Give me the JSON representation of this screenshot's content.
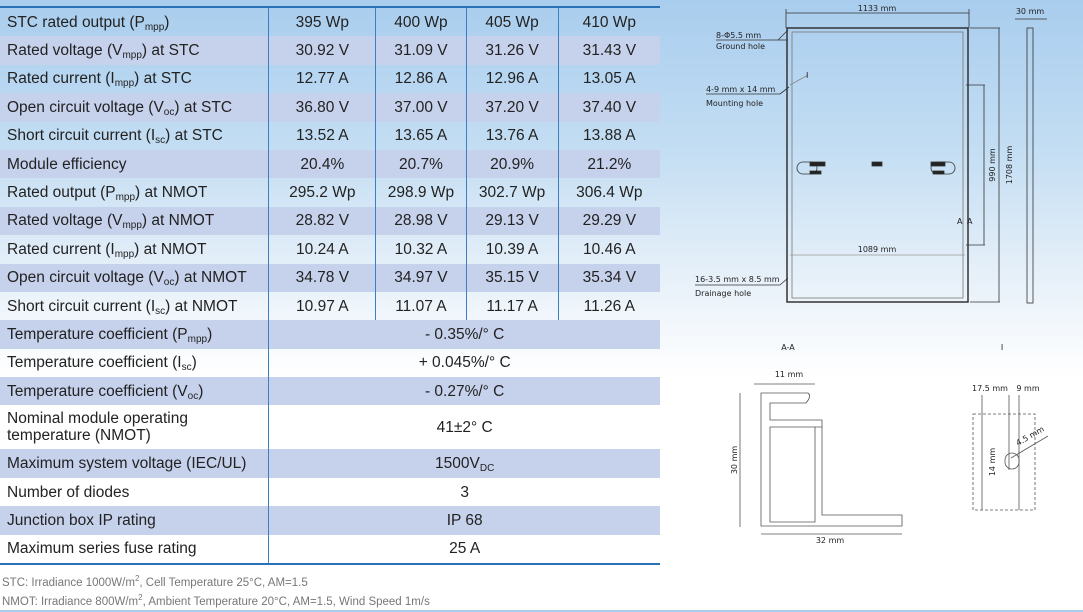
{
  "columns": [
    "395 Wp",
    "400 Wp",
    "405 Wp",
    "410 Wp"
  ],
  "rows": [
    {
      "pre": "STC rated output (P",
      "sub": "mpp",
      "post": ")",
      "values": [
        "395 Wp",
        "400 Wp",
        "405 Wp",
        "410 Wp"
      ]
    },
    {
      "pre": "Rated voltage (V",
      "sub": "mpp",
      "post": ") at STC",
      "values": [
        "30.92 V",
        "31.09 V",
        "31.26 V",
        "31.43 V"
      ]
    },
    {
      "pre": "Rated current (I",
      "sub": "mpp",
      "post": ") at STC",
      "values": [
        "12.77 A",
        "12.86 A",
        "12.96 A",
        "13.05 A"
      ]
    },
    {
      "pre": "Open circuit voltage (V",
      "sub": "oc",
      "post": ") at STC",
      "values": [
        "36.80 V",
        "37.00 V",
        "37.20 V",
        "37.40 V"
      ]
    },
    {
      "pre": "Short circuit current (I",
      "sub": "sc",
      "post": ") at STC",
      "values": [
        "13.52 A",
        "13.65 A",
        "13.76 A",
        "13.88 A"
      ]
    },
    {
      "pre": "Module efficiency",
      "sub": "",
      "post": "",
      "values": [
        "20.4%",
        "20.7%",
        "20.9%",
        "21.2%"
      ]
    },
    {
      "pre": "Rated output (P",
      "sub": "mpp",
      "post": ") at NMOT",
      "values": [
        "295.2 Wp",
        "298.9 Wp",
        "302.7 Wp",
        "306.4 Wp"
      ]
    },
    {
      "pre": "Rated voltage (V",
      "sub": "mpp",
      "post": ") at NMOT",
      "values": [
        "28.82 V",
        "28.98 V",
        "29.13 V",
        "29.29 V"
      ]
    },
    {
      "pre": "Rated current (I",
      "sub": "mpp",
      "post": ") at NMOT",
      "values": [
        "10.24 A",
        "10.32 A",
        "10.39 A",
        "10.46 A"
      ]
    },
    {
      "pre": "Open circuit voltage (V",
      "sub": "oc",
      "post": ") at NMOT",
      "values": [
        "34.78 V",
        "34.97 V",
        "35.15 V",
        "35.34 V"
      ]
    },
    {
      "pre": "Short circuit current (I",
      "sub": "sc",
      "post": ") at NMOT",
      "values": [
        "10.97 A",
        "11.07 A",
        "11.17 A",
        "11.26 A"
      ]
    }
  ],
  "merged": [
    {
      "pre": "Temperature coefficient (P",
      "sub": "mpp",
      "post": ")",
      "value": "-  0.35%/° C",
      "vsub": ""
    },
    {
      "pre": "Temperature coefficient (I",
      "sub": "sc",
      "post": ")",
      "value": "+ 0.045%/° C",
      "vsub": ""
    },
    {
      "pre": "Temperature coefficient (V",
      "sub": "oc",
      "post": ")",
      "value": "- 0.27%/° C",
      "vsub": ""
    },
    {
      "pre": "Nominal module operating temperature (NMOT)",
      "sub": "",
      "post": "",
      "value": "41±2° C",
      "vsub": ""
    },
    {
      "pre": "Maximum system voltage (IEC/UL)",
      "sub": "",
      "post": "",
      "value": "1500V",
      "vsub": "DC"
    },
    {
      "pre": "Number of diodes",
      "sub": "",
      "post": "",
      "value": "3",
      "vsub": ""
    },
    {
      "pre": "Junction box IP rating",
      "sub": "",
      "post": "",
      "value": "IP 68",
      "vsub": ""
    },
    {
      "pre": "Maximum series fuse rating",
      "sub": "",
      "post": "",
      "value": "25 A",
      "vsub": ""
    }
  ],
  "notes": {
    "stc_a": "STC: Irradiance 1000W/m",
    "stc_sup": "2",
    "stc_b": ", Cell Temperature 25°C, AM=1.5",
    "nmot_a": "NMOT: Irradiance 800W/m",
    "nmot_sup": "2",
    "nmot_b": ", Ambient Temperature 20°C, AM=1.5, Wind Speed 1m/s"
  },
  "drawing": {
    "width": "1133 mm",
    "depth": "30 mm",
    "ground1": "8-Φ5.5 mm",
    "ground2": "Ground hole",
    "mount1": "4-9 mm x 14 mm",
    "mount2": "Mounting hole",
    "drain1": "16-3.5 mm x 8.5 mm",
    "drain2": "Drainage hole",
    "inner_width": "1089 mm",
    "mount_spacing": "990 mm",
    "height": "1708 mm",
    "section_mark": "A",
    "detail_mark": "I",
    "aa_title": "A-A",
    "aa_top": "11 mm",
    "aa_height": "30 mm",
    "aa_width": "32 mm",
    "i_title": "I",
    "i_a": "17.5 mm",
    "i_b": "9 mm",
    "i_h": "14 mm",
    "i_r": "4.5 mm"
  }
}
